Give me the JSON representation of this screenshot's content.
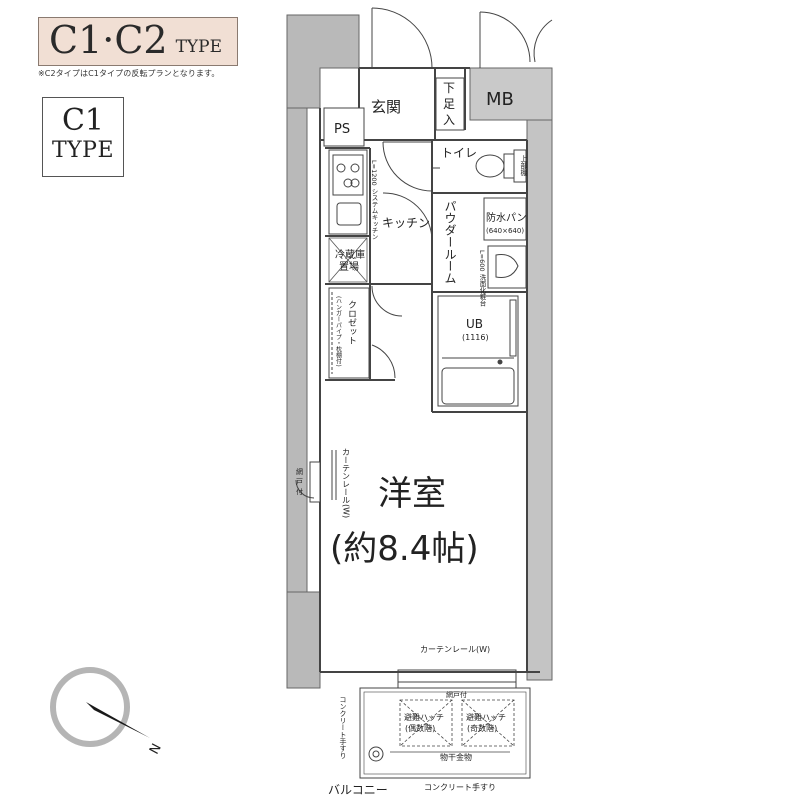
{
  "header": {
    "type_main": "C1·C2",
    "type_suffix": "TYPE",
    "note": "※C2タイプはC1タイプの反転プランとなります。",
    "plan_line1": "C1",
    "plan_line2": "TYPE"
  },
  "rooms": {
    "genkan": "玄関",
    "shoes_1": "下",
    "shoes_2": "足",
    "shoes_3": "入",
    "mb": "MB",
    "ps": "PS",
    "toilet": "トイレ",
    "shelf": "上部棚",
    "kitchen": "キッチン",
    "kitchen_system": "L=1200 システムキッチン",
    "fridge_1": "冷蔵庫",
    "fridge_2": "置場",
    "powder": "パウダールーム",
    "waterproof_pan": "防水パン",
    "waterproof_pan_size": "(640×640)",
    "vanity": "L=600 洗面化粧台",
    "closet": "クロゼット",
    "closet_note": "(ハンガーパイプ・枕棚付)",
    "ub": "UB",
    "ub_size": "(1116)",
    "curtain_rail_v": "カーテンレール(W)",
    "screen_door_1": "網",
    "screen_door_2": "戸",
    "screen_door_3": "付",
    "western_room": "洋室",
    "western_room_size": "(約8.4帖)",
    "curtain_rail_h": "カーテンレール(W)",
    "screen_door_h": "網戸付",
    "hatch_even_1": "避難ハッチ",
    "hatch_even_2": "(偶数階)",
    "hatch_odd_1": "避難ハッチ",
    "hatch_odd_2": "(奇数階)",
    "hanger": "物干金物",
    "concrete_rail_v": "コンクリート手すり",
    "balcony": "バルコニー",
    "concrete_rail_h": "コンクリート手すり"
  },
  "compass": {
    "label": "N"
  }
}
